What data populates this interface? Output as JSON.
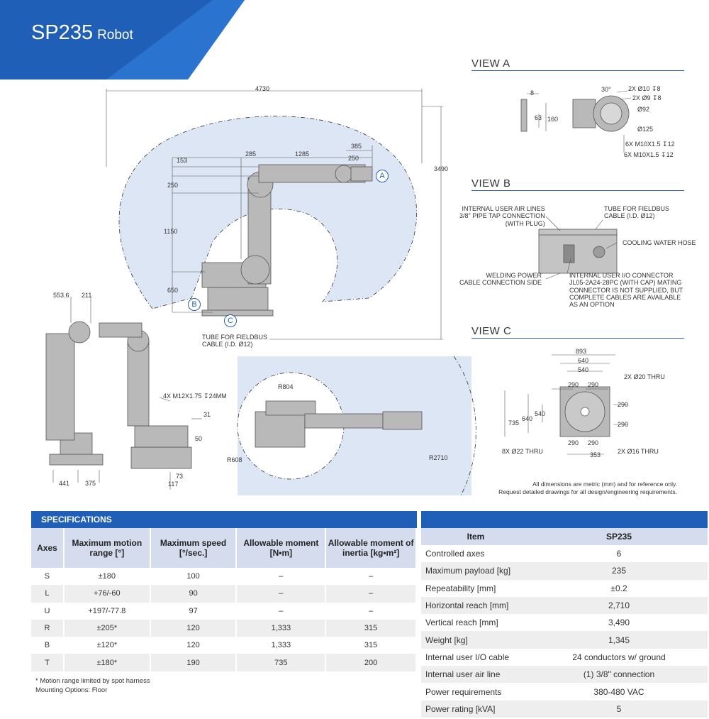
{
  "header": {
    "title": "SP235",
    "subtitle": "Robot"
  },
  "views": {
    "a": "VIEW A",
    "b": "VIEW B",
    "c": "VIEW C"
  },
  "main_drawing": {
    "dims": {
      "d4730": "4730",
      "d3490": "3490",
      "d385": "385",
      "d285": "285",
      "d1285": "1285",
      "d250a": "250",
      "d153": "153",
      "d250b": "250",
      "d1150": "1150",
      "d650": "650"
    },
    "callouts": {
      "a": "A",
      "b": "B",
      "c": "C"
    },
    "tube_label": [
      "TUBE FOR FIELDBUS",
      "CABLE (I.D. Ø12)"
    ]
  },
  "view_a": {
    "d8": "8",
    "d63": "63",
    "d160": "160",
    "d30": "30°",
    "h1": "2X Ø10 ↧8",
    "h2": "2X Ø9 ↧8",
    "d92": "Ø92",
    "d125": "Ø125",
    "h3": "6X M10X1.5 ↧12",
    "h4": "6X M10X1.5 ↧12"
  },
  "view_b": {
    "air": [
      "INTERNAL USER AIR LINES",
      "3/8\" PIPE TAP CONNECTION",
      "(WITH PLUG)"
    ],
    "tube": [
      "TUBE FOR FIELDBUS",
      "CABLE (I.D. Ø12)"
    ],
    "water": "COOLING WATER HOSE",
    "welding": [
      "WELDING POWER",
      "CABLE CONNECTION SIDE"
    ],
    "io": [
      "INTERNAL USER I/O CONNECTOR",
      "JL05-2A24-28PC (WITH CAP) MATING",
      "CONNECTOR IS NOT SUPPLIED, BUT",
      "COMPLETE CABLES ARE AVAILABLE",
      "AS AN OPTION"
    ]
  },
  "view_c": {
    "d893": "893",
    "d640a": "640",
    "d540a": "540",
    "d290a": "290",
    "d290b": "290",
    "thru20": "2X Ø20 THRU",
    "d735": "735",
    "d640b": "640",
    "d540b": "540",
    "d290c": "290",
    "d290d": "290",
    "thru22": "8X Ø22 THRU",
    "d290e": "290",
    "d290f": "290",
    "d353": "353",
    "thru16": "2X Ø16 THRU"
  },
  "side_views": {
    "d553": "553.6",
    "d211": "211",
    "holes": "4X M12X1.75 ↧24MM",
    "d31": "31",
    "d50": "50",
    "d441": "441",
    "d375": "375",
    "d73": "73",
    "d117": "117"
  },
  "top_view": {
    "r804": "R804",
    "r608": "R608",
    "r2710": "R2710"
  },
  "dim_note": [
    "All dimensions are metric (mm) and for reference only.",
    "Request detailed drawings for all design/engineering requirements."
  ],
  "specs": {
    "title": "SPECIFICATIONS",
    "headers": [
      "Axes",
      "Maximum motion range [°]",
      "Maximum speed [°/sec.]",
      "Allowable moment [N•m]",
      "Allowable moment of inertia [kg•m²]"
    ],
    "rows": [
      [
        "S",
        "±180",
        "100",
        "–",
        "–"
      ],
      [
        "L",
        "+76/-60",
        "90",
        "–",
        "–"
      ],
      [
        "U",
        "+197/-77.8",
        "97",
        "–",
        "–"
      ],
      [
        "R",
        "±205*",
        "120",
        "1,333",
        "315"
      ],
      [
        "B",
        "±120*",
        "120",
        "1,333",
        "315"
      ],
      [
        "T",
        "±180*",
        "190",
        "735",
        "200"
      ]
    ],
    "footnotes": [
      "* Motion range limited by spot harness",
      "Mounting Options: Floor"
    ]
  },
  "items": {
    "headers": [
      "Item",
      "SP235"
    ],
    "rows": [
      [
        "Controlled axes",
        "6"
      ],
      [
        "Maximum payload [kg]",
        "235"
      ],
      [
        "Repeatability [mm]",
        "±0.2"
      ],
      [
        "Horizontal reach [mm]",
        "2,710"
      ],
      [
        "Vertical reach [mm]",
        "3,490"
      ],
      [
        "Weight [kg]",
        "1,345"
      ],
      [
        "Internal user I/O cable",
        "24 conductors w/ ground"
      ],
      [
        "Internal user air line",
        "(1) 3/8\" connection"
      ],
      [
        "Power requirements",
        "380-480 VAC"
      ],
      [
        "Power rating [kVA]",
        "5"
      ]
    ]
  },
  "colors": {
    "brand_blue": "#1f5fb8",
    "envelope": "#dde6f4",
    "robot_grey": "#b9b9b9",
    "header_cell": "#d4dced"
  }
}
